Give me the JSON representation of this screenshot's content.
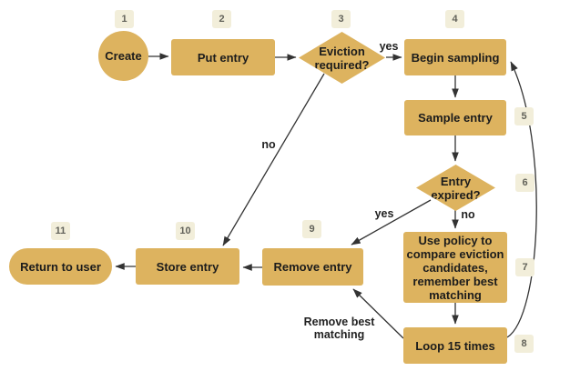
{
  "diagram": {
    "type": "flowchart",
    "background": "#FFFFFF",
    "colors": {
      "shape_fill": "#DDB35F",
      "badge_fill": "#F2EEDA",
      "badge_text": "#62625A",
      "connector": "#333333",
      "node_text": "#1C1C1C"
    },
    "nodes": [
      {
        "id": "create",
        "badge": "1",
        "shape": "circle",
        "label": "Create"
      },
      {
        "id": "put-entry",
        "badge": "2",
        "shape": "rect",
        "label": "Put entry"
      },
      {
        "id": "eviction-required",
        "badge": "3",
        "shape": "diamond",
        "label": "Eviction required?"
      },
      {
        "id": "begin-sampling",
        "badge": "4",
        "shape": "rect",
        "label": "Begin sampling"
      },
      {
        "id": "sample-entry",
        "badge": "5",
        "shape": "rect",
        "label": "Sample entry"
      },
      {
        "id": "entry-expired",
        "badge": "6",
        "shape": "diamond",
        "label": "Entry expired?"
      },
      {
        "id": "use-policy",
        "badge": "7",
        "shape": "rect",
        "label": "Use policy to compare eviction candidates, remember best matching"
      },
      {
        "id": "loop-15-times",
        "badge": "8",
        "shape": "rect",
        "label": "Loop 15 times"
      },
      {
        "id": "remove-entry",
        "badge": "9",
        "shape": "rect",
        "label": "Remove entry"
      },
      {
        "id": "store-entry",
        "badge": "10",
        "shape": "rect",
        "label": "Store entry"
      },
      {
        "id": "return-to-user",
        "badge": "11",
        "shape": "pill",
        "label": "Return to user"
      }
    ],
    "edge_labels": [
      {
        "id": "eviction-yes",
        "text": "yes"
      },
      {
        "id": "eviction-no",
        "text": "no"
      },
      {
        "id": "expired-yes",
        "text": "yes"
      },
      {
        "id": "expired-no",
        "text": "no"
      },
      {
        "id": "loop-remove-best",
        "text": "Remove best matching"
      }
    ],
    "connectors": [
      {
        "from": "create",
        "to": "put-entry"
      },
      {
        "from": "put-entry",
        "to": "eviction-required"
      },
      {
        "from": "eviction-required",
        "to": "begin-sampling",
        "label": "yes"
      },
      {
        "from": "eviction-required",
        "to": "store-entry",
        "label": "no"
      },
      {
        "from": "begin-sampling",
        "to": "sample-entry"
      },
      {
        "from": "sample-entry",
        "to": "entry-expired"
      },
      {
        "from": "entry-expired",
        "to": "remove-entry",
        "label": "yes"
      },
      {
        "from": "entry-expired",
        "to": "use-policy",
        "label": "no"
      },
      {
        "from": "use-policy",
        "to": "loop-15-times"
      },
      {
        "from": "loop-15-times",
        "to": "remove-entry",
        "label": "Remove best matching"
      },
      {
        "from": "loop-15-times",
        "to": "begin-sampling"
      },
      {
        "from": "remove-entry",
        "to": "store-entry"
      },
      {
        "from": "store-entry",
        "to": "return-to-user"
      }
    ]
  }
}
